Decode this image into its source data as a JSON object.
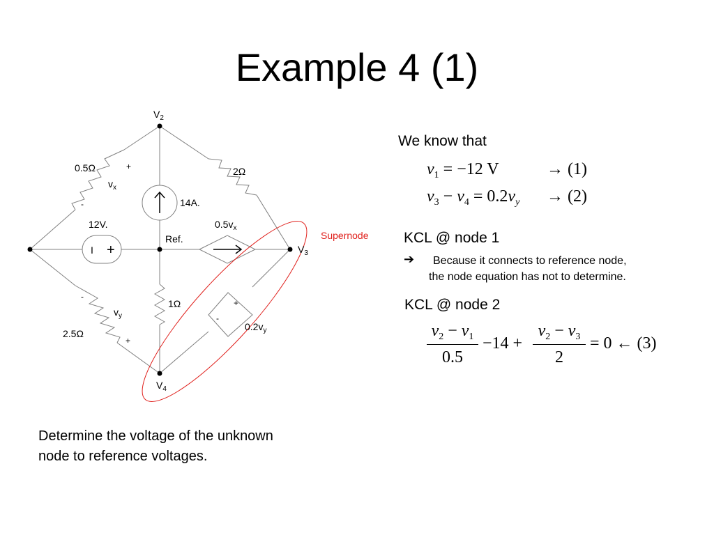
{
  "slide": {
    "title": "Example 4 (1)",
    "footer_line1": "Determine the voltage of the unknown",
    "footer_line2": "node to reference voltages."
  },
  "circuit": {
    "nodes": {
      "v2": "V",
      "v2_sub": "2",
      "v3": "V",
      "v3_sub": "3",
      "v4": "V",
      "v4_sub": "4",
      "ref": "Ref."
    },
    "resistors": {
      "r_top_left": "0.5Ω",
      "r_top_right": "2Ω",
      "r_center": "1Ω",
      "r_bottom_left": "2.5Ω"
    },
    "sources": {
      "current": "14A.",
      "voltage": "12V.",
      "vs_minus_glyph": "I",
      "vs_plus_glyph": "+",
      "dep_current": "0.5v",
      "dep_current_sub": "x",
      "dep_voltage": "0.2v",
      "dep_voltage_sub": "y",
      "dep_voltage_plus": "+",
      "dep_voltage_minus": "-"
    },
    "polarities": {
      "vx_plus": "+",
      "vx_minus": "-",
      "vx": "v",
      "vx_sub": "x",
      "vy_minus": "-",
      "vy_plus": "+",
      "vy": "v",
      "vy_sub": "y"
    },
    "supernode_label": "Supernode",
    "colors": {
      "supernode": "#e0201c",
      "wire": "#808080"
    }
  },
  "notes": {
    "we_know": "We know that",
    "eq1_lhs_var": "v",
    "eq1_lhs_sub": "1",
    "eq1_rhs": " = −12 V",
    "eq1_tag": "→ (1)",
    "eq2_v3": "v",
    "eq2_v3_sub": "3",
    "eq2_minus": " − ",
    "eq2_v4": "v",
    "eq2_v4_sub": "4",
    "eq2_eq": " = 0.2",
    "eq2_vy": "v",
    "eq2_vy_sub": "y",
    "eq2_tag": "→ (2)",
    "kcl1": "KCL @ node 1",
    "arrow_glyph": "➔",
    "kcl1_note1": "Because it connects to reference node,",
    "kcl1_note2": "the node equation has not to determine.",
    "kcl2": "KCL @ node 2",
    "eq3_n1_a": "v",
    "eq3_n1_a_sub": "2",
    "eq3_n1_minus": " − ",
    "eq3_n1_b": "v",
    "eq3_n1_b_sub": "1",
    "eq3_d1": "0.5",
    "eq3_mid": "−14 +",
    "eq3_n2_a": "v",
    "eq3_n2_a_sub": "2",
    "eq3_n2_minus": " − ",
    "eq3_n2_b": "v",
    "eq3_n2_b_sub": "3",
    "eq3_d2": "2",
    "eq3_tail": "= 0 ← (3)"
  }
}
